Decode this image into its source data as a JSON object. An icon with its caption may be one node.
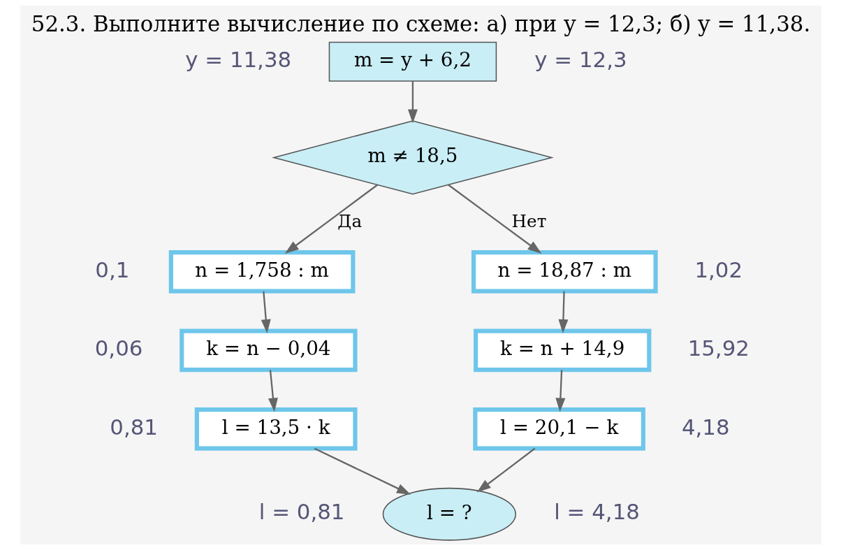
{
  "diagram": {
    "title": "52.3. Выполните вычисление по схеме: а) при y = 12,3; б) y = 11,38.",
    "nodes": [
      {
        "text": [
          "m = y + 6,2"
        ],
        "beside": [
          "y = 11,38",
          "y = 12,3"
        ]
      },
      {
        "text": [
          "m ≠ 18,5"
        ]
      },
      {
        "text": [
          "n = 1,758 : m"
        ],
        "beside": [
          "0,1"
        ]
      },
      {
        "text": [
          "n = 18,87 : m"
        ],
        "beside": [
          "1,02"
        ]
      },
      {
        "text": [
          "k = n − 0,04"
        ],
        "beside": [
          "0,06"
        ]
      },
      {
        "text": [
          "k = n + 14,9"
        ],
        "beside": [
          "15,92"
        ]
      },
      {
        "text": [
          "l = 13,5 · k"
        ],
        "beside": [
          "0,81"
        ]
      },
      {
        "text": [
          "l = 20,1 − k"
        ],
        "beside": [
          "4,18"
        ]
      },
      {
        "text": [
          "l = ?"
        ],
        "beside": [
          "l = 0,81",
          "l = 4,18"
        ]
      }
    ],
    "edges": [
      {
        "from": 0,
        "to": 1,
        "arrow": "to"
      },
      {
        "from": 1,
        "to": 2,
        "arrow": "to",
        "label": "Да"
      },
      {
        "from": 1,
        "to": 3,
        "arrow": "to",
        "label": "Нет"
      },
      {
        "from": 2,
        "to": 4,
        "arrow": "to"
      },
      {
        "from": 3,
        "to": 5,
        "arrow": "to"
      },
      {
        "from": 4,
        "to": 6,
        "arrow": "to"
      },
      {
        "from": 5,
        "to": 7,
        "arrow": "to"
      },
      {
        "from": 6,
        "to": 8,
        "arrow": "to"
      },
      {
        "from": 7,
        "to": 8,
        "arrow": "to"
      }
    ]
  }
}
